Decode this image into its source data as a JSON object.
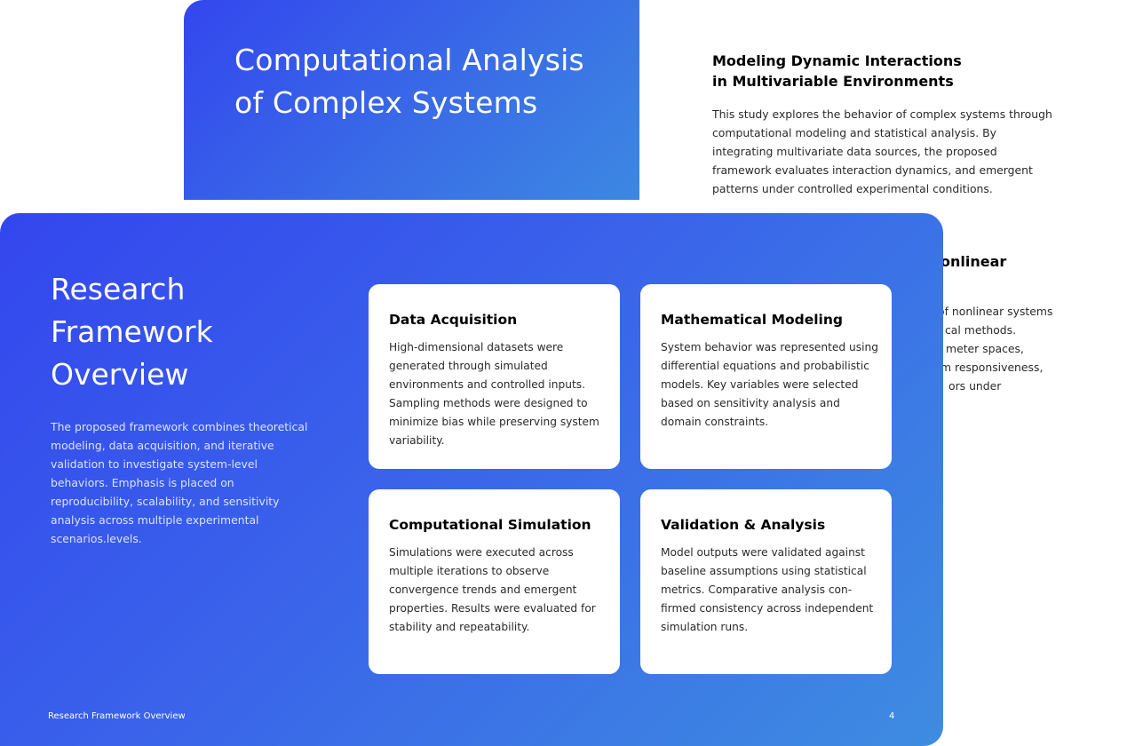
{
  "back_slide": {
    "title": "Computational Analysis of Complex Systems",
    "section_1": {
      "heading": "Modeling Dynamic Interactions in Multivariable Environments",
      "body": "This study explores the behavior of complex systems through computational modeling and statistical analysis. By integrating multivariate data sources, the proposed framework evaluates interaction dynamics, and emergent patterns under controlled experimental conditions."
    },
    "section_2": {
      "heading_visible": "onlinear",
      "body_visible_lines": [
        "of nonlinear systems",
        "cal methods.",
        "meter spaces,",
        "m responsiveness,",
        "ors under"
      ]
    }
  },
  "front_slide": {
    "title": "Research Framework Overview",
    "intro": "The proposed framework combines theoretical modeling, data acquisition, and iterative validation to investigate system-level behaviors. Emphasis is placed on reproducibility, scalability, and sensitivity analysis across multiple experimental scenarios.levels.",
    "cards": [
      {
        "title": "Data Acquisition",
        "body": "High-dimensional datasets were generated through simulated environments and controlled inputs. Sampling methods were designed to minimize bias while preserving system variability."
      },
      {
        "title": "Mathematical Modeling",
        "body": "System behavior was represented using differential equations and probabilistic models. Key variables were selected based on sensitivity analysis and domain constraints."
      },
      {
        "title": "Computational Simulation",
        "body": "Simulations were executed across multiple iterations to observe convergence trends and emergent properties. Results were evaluated for stability and repeatability."
      },
      {
        "title": "Validation & Analysis",
        "body": "Model outputs were validated against baseline assumptions using statistical metrics. Comparative analysis con-firmed consistency across independent simulation runs."
      }
    ],
    "footer_label": "Research Framework Overview",
    "page_number": "4"
  },
  "colors": {
    "gradient_start": "#3346ee",
    "gradient_end": "#3e8ce1",
    "card_background": "#ffffff",
    "heading_text": "#000000",
    "body_text": "#2a2a2a",
    "intro_text": "#d9e3fb"
  }
}
